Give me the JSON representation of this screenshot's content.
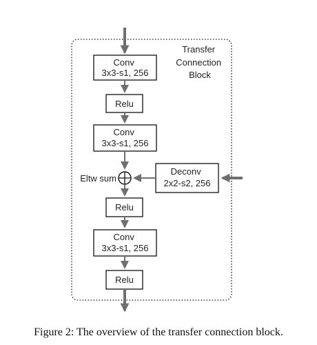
{
  "block_title": [
    "Transfer",
    "Connection",
    "Block"
  ],
  "boxes": {
    "conv1": [
      "Conv",
      "3x3-s1, 256"
    ],
    "relu1": [
      "Relu"
    ],
    "conv2": [
      "Conv",
      "3x3-s1, 256"
    ],
    "deconv": [
      "Deconv",
      "2x2-s2, 256"
    ],
    "relu2": [
      "Relu"
    ],
    "conv3": [
      "Conv",
      "3x3-s1, 256"
    ],
    "relu3": [
      "Relu"
    ]
  },
  "eltw_label": "Eltw sum",
  "caption": "Figure 2: The overview of the transfer connection block.",
  "colors": {
    "arrow": "#6f6f6f",
    "border": "#111111"
  }
}
